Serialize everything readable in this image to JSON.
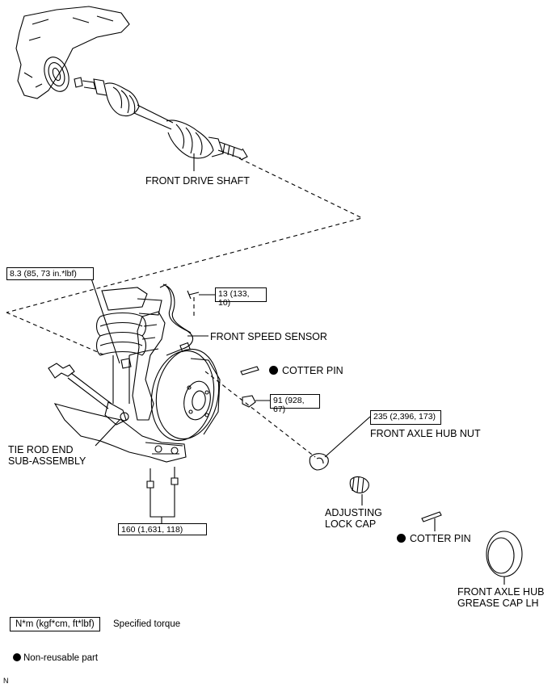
{
  "labels": {
    "front_drive_shaft": "FRONT DRIVE SHAFT",
    "front_speed_sensor": "FRONT SPEED SENSOR",
    "cotter_pin_1": "COTTER PIN",
    "cotter_pin_2": "COTTER PIN",
    "front_axle_hub_nut": "FRONT AXLE HUB NUT",
    "tie_rod_end_line1": "TIE ROD END",
    "tie_rod_end_line2": "SUB-ASSEMBLY",
    "adjusting_lock_cap_line1": "ADJUSTING",
    "adjusting_lock_cap_line2": "LOCK CAP",
    "grease_cap_line1": "FRONT AXLE HUB",
    "grease_cap_line2": "GREASE CAP LH"
  },
  "torques": {
    "sensor_bolt": "8.3 (85, 73 in.*lbf)",
    "sensor_bracket_bolt": "13 (133, 10)",
    "tie_rod_nut": "91 (928, 67)",
    "hub_nut": "235 (2,396, 173)",
    "lower_bolts": "160 (1,631, 118)"
  },
  "legend": {
    "torque_unit": "N*m (kgf*cm, ft*lbf)",
    "torque_desc": "Specified torque",
    "nonreusable_desc": "Non-reusable part"
  },
  "corner_mark": "N",
  "colors": {
    "line": "#000000",
    "background": "#ffffff"
  }
}
